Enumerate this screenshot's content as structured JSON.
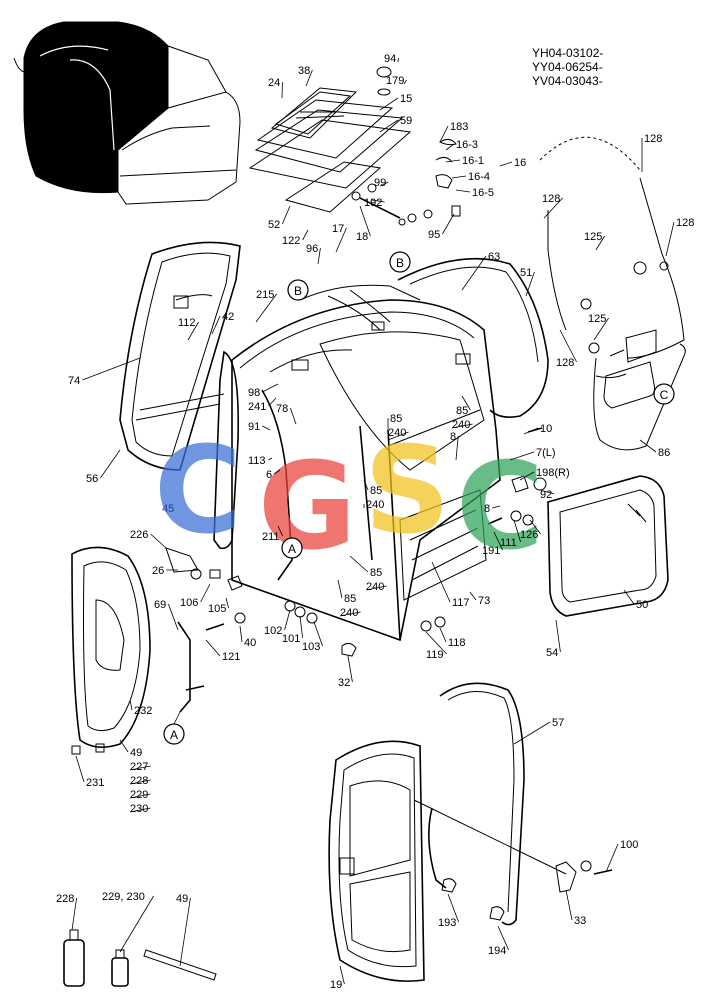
{
  "serials": [
    "YH04-03102-",
    "YY04-06254-",
    "YV04-03043-"
  ],
  "ref_markers": [
    "A",
    "B",
    "C"
  ],
  "watermark": {
    "letters": [
      "C",
      "G",
      "S",
      "C"
    ],
    "colors": [
      "#3a6fd8",
      "#e8413a",
      "#f2c21b",
      "#2fa35a"
    ],
    "number": "45"
  },
  "parts": [
    "94",
    "179",
    "38",
    "24",
    "15",
    "59",
    "183",
    "16-3",
    "16-1",
    "16",
    "16-4",
    "16-5",
    "99",
    "192",
    "95",
    "18",
    "17",
    "122",
    "96",
    "52",
    "128",
    "125",
    "63",
    "51",
    "215",
    "112",
    "42",
    "74",
    "98",
    "241",
    "78",
    "91",
    "113",
    "85",
    "240",
    "8",
    "10",
    "7(L)",
    "198(R)",
    "92",
    "6",
    "211",
    "226",
    "26",
    "106",
    "105",
    "69",
    "121",
    "40",
    "102",
    "101",
    "103",
    "32",
    "191",
    "111",
    "126",
    "117",
    "73",
    "119",
    "118",
    "50",
    "54",
    "56",
    "86",
    "232",
    "49",
    "227",
    "228",
    "229",
    "230",
    "231",
    "57",
    "100",
    "33",
    "193",
    "194",
    "19",
    "229, 230"
  ]
}
